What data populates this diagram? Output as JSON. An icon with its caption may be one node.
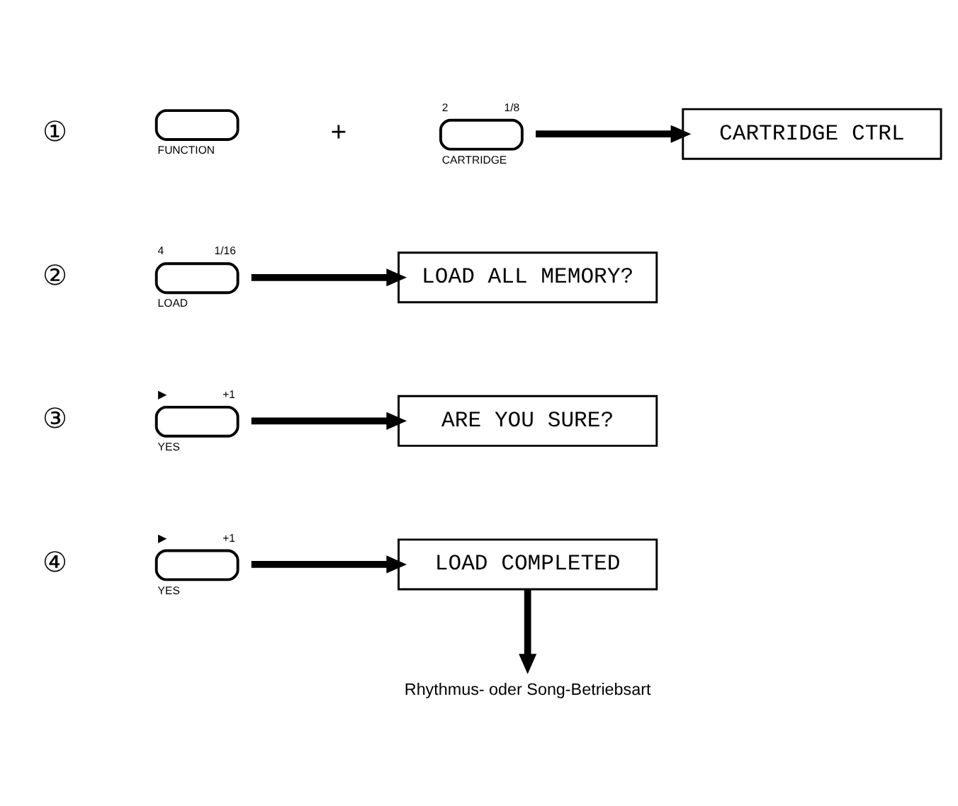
{
  "diagram": {
    "nodes": [
      {
        "text": [
          "FUNCTION"
        ]
      },
      {
        "text": [
          "2",
          "1/8",
          "CARTRIDGE"
        ]
      },
      {
        "text": [
          "CARTRIDGE CTRL"
        ]
      },
      {
        "text": [
          "4",
          "1/16",
          "LOAD"
        ]
      },
      {
        "text": [
          "LOAD ALL MEMORY?"
        ]
      },
      {
        "text": [
          "▶",
          "+1",
          "YES"
        ]
      },
      {
        "text": [
          "ARE YOU SURE?"
        ]
      },
      {
        "text": [
          "▶",
          "+1",
          "YES"
        ]
      },
      {
        "text": [
          "LOAD COMPLETED"
        ]
      },
      {
        "text": [
          "Rhythmus- oder Song-Betriebsart"
        ]
      }
    ],
    "edges": [
      {
        "from": 1,
        "to": 2,
        "arrow": "to"
      },
      {
        "from": 3,
        "to": 4,
        "arrow": "to"
      },
      {
        "from": 5,
        "to": 6,
        "arrow": "to"
      },
      {
        "from": 7,
        "to": 8,
        "arrow": "to"
      },
      {
        "from": 8,
        "to": 9,
        "arrow": "to"
      }
    ],
    "labels": [
      "①",
      "+",
      "②",
      "③",
      "④"
    ]
  }
}
